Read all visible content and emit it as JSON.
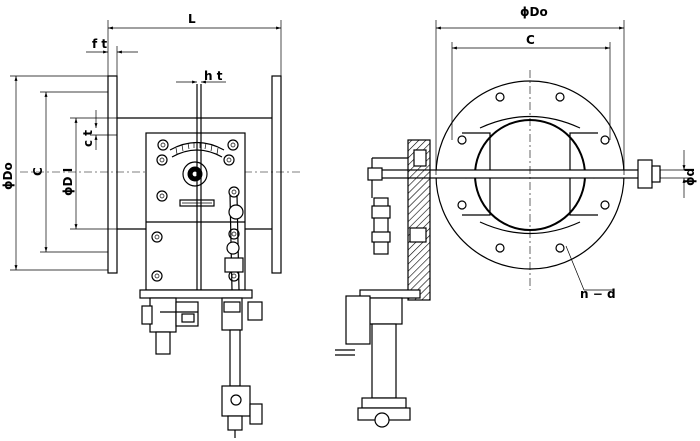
{
  "labels": {
    "L": "L",
    "ft": "f t",
    "ht": "h t",
    "phiDo_side": "ϕDo",
    "C_side": "C",
    "phiDi": "ϕD I",
    "ct": "c t",
    "phiDo_front": "ϕDo",
    "C_front": "C",
    "phid": "ϕd",
    "nd": "n − d"
  }
}
